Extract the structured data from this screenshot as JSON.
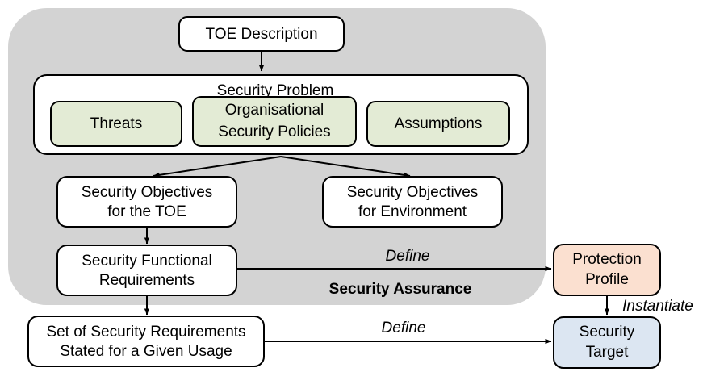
{
  "diagram": {
    "title_region": {
      "label": "Security Assurance",
      "background_color": "#d3d3d3"
    },
    "nodes": {
      "toe_description": {
        "label": "TOE Description",
        "fill": "#ffffff"
      },
      "security_problem_group": {
        "label": "Security Problem",
        "fill": "#ffffff"
      },
      "threats": {
        "label": "Threats",
        "fill": "#e3ebd5"
      },
      "osp_line1": {
        "label": "Organisational",
        "fill": "#e3ebd5"
      },
      "osp_line2": {
        "label": "Security Policies"
      },
      "assumptions": {
        "label": "Assumptions",
        "fill": "#e3ebd5"
      },
      "objectives_toe_line1": {
        "label": "Security Objectives"
      },
      "objectives_toe_line2": {
        "label": "for the TOE"
      },
      "objectives_env_line1": {
        "label": "Security Objectives"
      },
      "objectives_env_line2": {
        "label": "for Environment"
      },
      "sfr_line1": {
        "label": "Security Functional"
      },
      "sfr_line2": {
        "label": "Requirements"
      },
      "set_req_line1": {
        "label": "Set of Security Requirements"
      },
      "set_req_line2": {
        "label": "Stated for a Given Usage"
      },
      "protection_profile_line1": {
        "label": "Protection",
        "fill": "#fbe0d0"
      },
      "protection_profile_line2": {
        "label": "Profile"
      },
      "security_target_line1": {
        "label": "Security",
        "fill": "#dce6f2"
      },
      "security_target_line2": {
        "label": "Target"
      }
    },
    "edges": {
      "define_pp": {
        "label": "Define"
      },
      "define_st": {
        "label": "Define"
      },
      "instantiate": {
        "label": "Instantiate"
      }
    }
  }
}
